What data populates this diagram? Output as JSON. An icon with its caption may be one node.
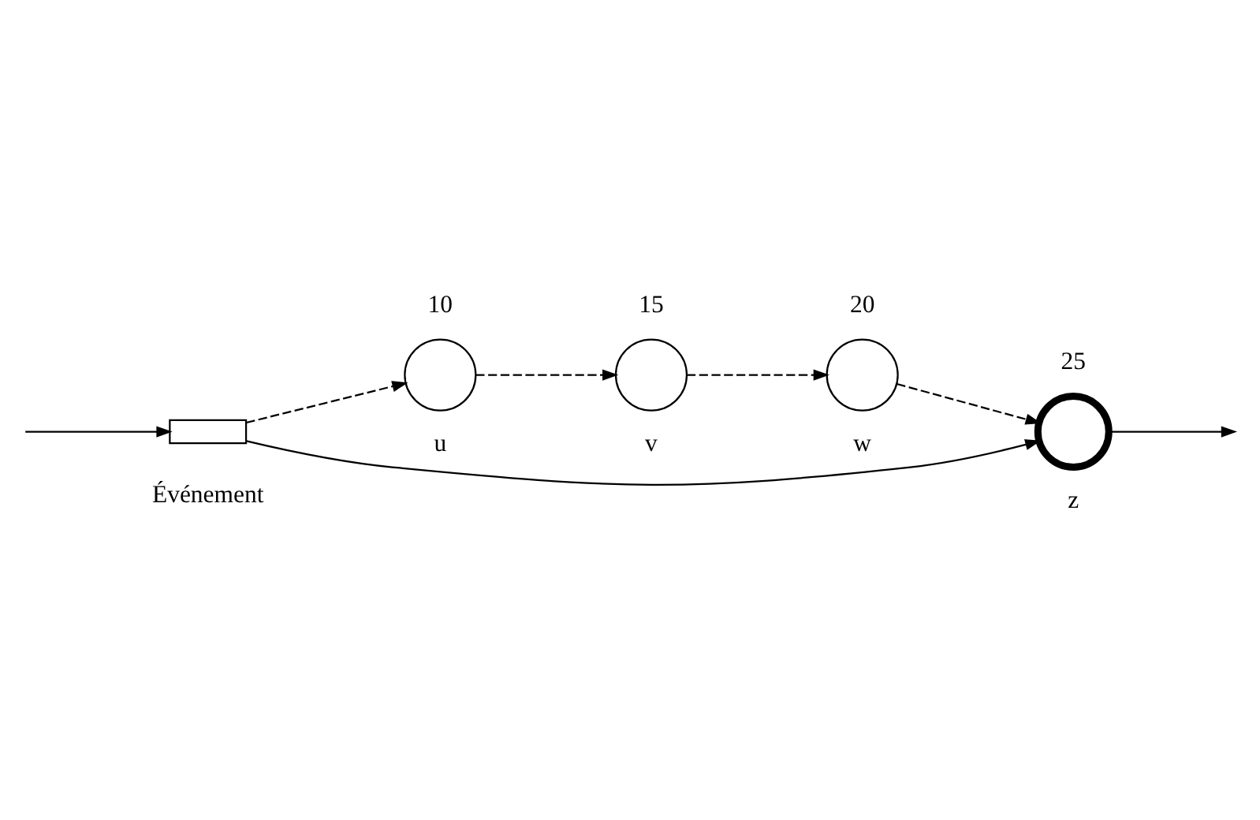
{
  "diagram": {
    "nodes": [
      {
        "text": [],
        "shape": "bar",
        "beside": [
          "Événement"
        ]
      },
      {
        "text": [],
        "shape": "circle",
        "beside": [
          "10",
          "u"
        ]
      },
      {
        "text": [],
        "shape": "circle",
        "beside": [
          "15",
          "v"
        ]
      },
      {
        "text": [],
        "shape": "circle",
        "beside": [
          "20",
          "w"
        ]
      },
      {
        "text": [],
        "shape": "circle",
        "beside": [
          "25",
          "z"
        ]
      }
    ],
    "edges": [
      {
        "from": null,
        "to": 0,
        "arrow": "to"
      },
      {
        "from": 0,
        "to": 1,
        "arrow": "to",
        "style": "dashed"
      },
      {
        "from": 1,
        "to": 2,
        "arrow": "to",
        "style": "dashed"
      },
      {
        "from": 2,
        "to": 3,
        "arrow": "to",
        "style": "dashed"
      },
      {
        "from": 3,
        "to": 4,
        "arrow": "to",
        "style": "dashed"
      },
      {
        "from": 0,
        "to": 4,
        "arrow": "to"
      },
      {
        "from": 4,
        "to": null,
        "arrow": "to"
      }
    ]
  }
}
